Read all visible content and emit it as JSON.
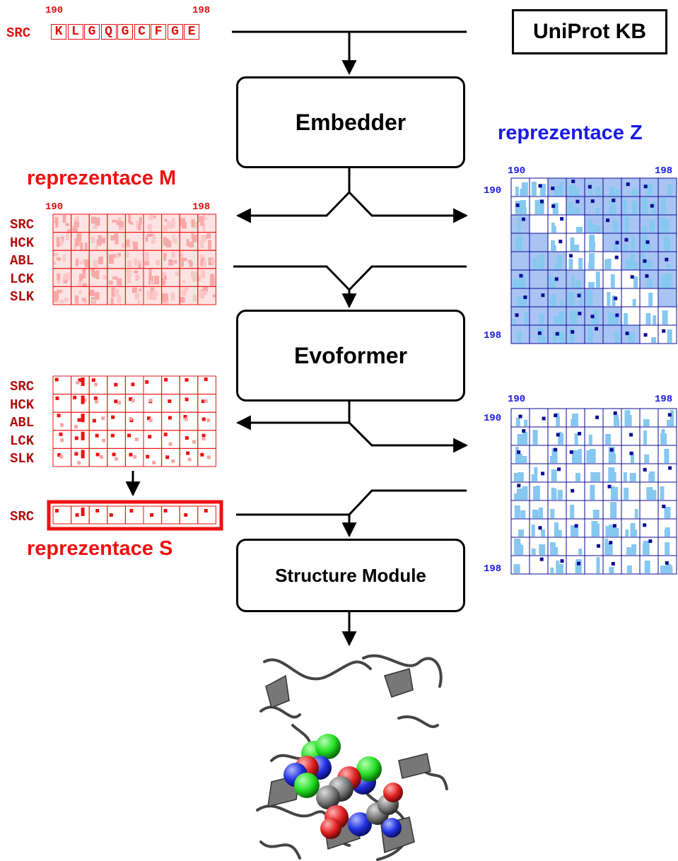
{
  "input": {
    "start_pos": "190",
    "end_pos": "198",
    "seq_name": "SRC",
    "residues": [
      "K",
      "L",
      "G",
      "Q",
      "G",
      "C",
      "F",
      "G",
      "E"
    ]
  },
  "database": {
    "label": "UniProt KB"
  },
  "modules": {
    "embedder": "Embedder",
    "evoformer": "Evoformer",
    "structure": "Structure Module"
  },
  "msa_rep": {
    "title": "reprezentace M",
    "start_pos": "190",
    "end_pos": "198",
    "rows": [
      "SRC",
      "HCK",
      "ABL",
      "LCK",
      "SLK"
    ]
  },
  "msa_rep_out": {
    "rows": [
      "SRC",
      "HCK",
      "ABL",
      "LCK",
      "SLK"
    ]
  },
  "single_rep": {
    "title": "reprezentace S",
    "row": "SRC"
  },
  "pair_rep": {
    "title": "reprezentace Z",
    "top_start": "190",
    "top_end": "198",
    "left_start": "190",
    "left_end": "198"
  },
  "pair_rep_out": {
    "top_start": "190",
    "top_end": "198",
    "left_start": "190",
    "left_end": "198"
  },
  "colors": {
    "red": "#ee1111",
    "blue": "#1a1ae6",
    "pair_fill": "#a9c4f2",
    "pair_light": "#86c8f0",
    "pair_dark": "#0b0b9a"
  }
}
